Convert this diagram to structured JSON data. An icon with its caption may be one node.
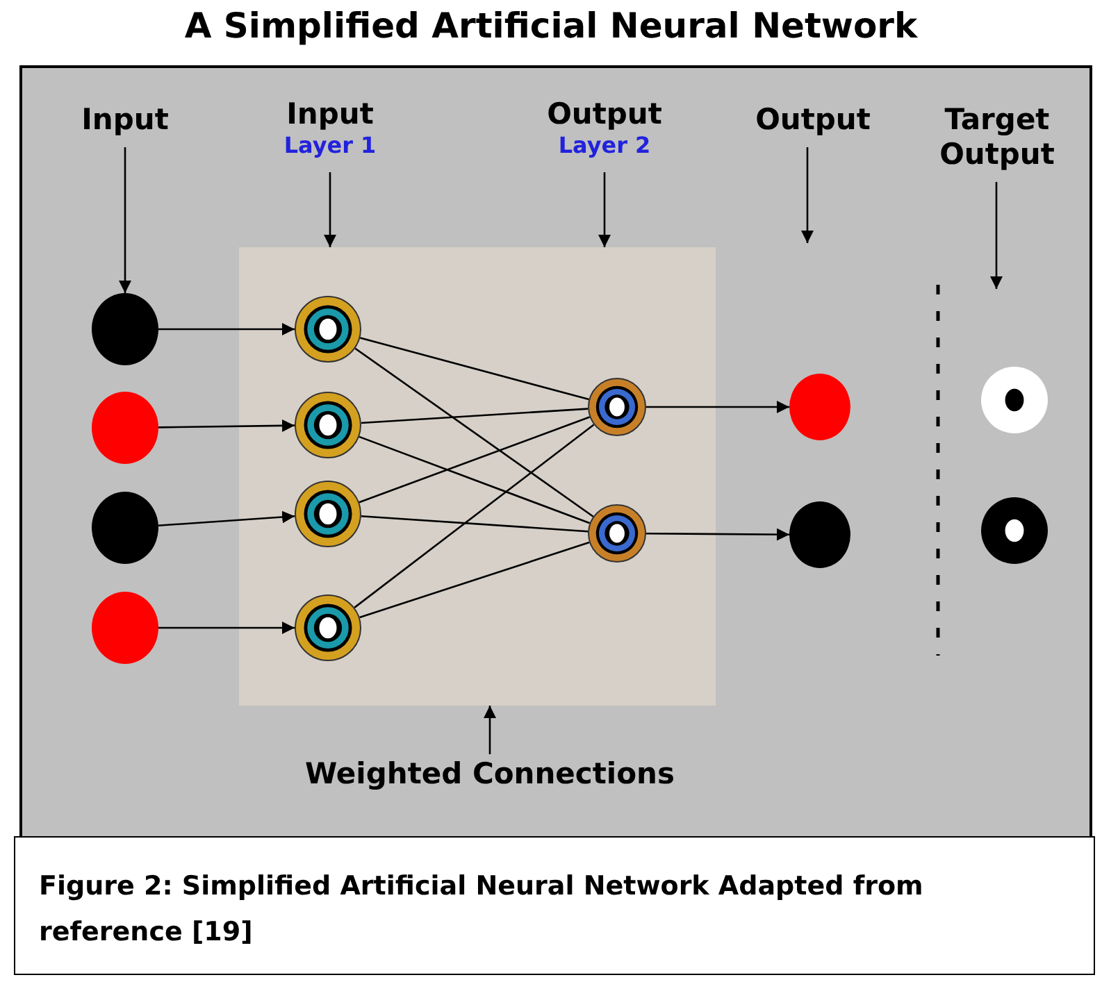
{
  "diagram": {
    "title": "A Simplified Artificial Neural Network",
    "caption": "Figure 2: Simplified Artificial Neural Network Adapted from reference [19]",
    "nodes": [
      {
        "text": [
          "Input"
        ]
      },
      {
        "text": [
          "Input",
          "Layer 1"
        ]
      },
      {
        "text": [
          "Output",
          "Layer 2"
        ]
      },
      {
        "text": [
          "Output"
        ]
      },
      {
        "text": [
          "Target Output"
        ]
      },
      {
        "text": [],
        "shape": "box"
      },
      {
        "text": [],
        "shape": "circle"
      },
      {
        "text": [],
        "shape": "circle"
      },
      {
        "text": [],
        "shape": "circle"
      },
      {
        "text": [],
        "shape": "circle"
      },
      {
        "text": [],
        "shape": "circle",
        "in": 5
      },
      {
        "text": [],
        "shape": "circle",
        "in": 5
      },
      {
        "text": [],
        "shape": "circle",
        "in": 5
      },
      {
        "text": [],
        "shape": "circle",
        "in": 5
      },
      {
        "text": [],
        "shape": "circle",
        "in": 5
      },
      {
        "text": [],
        "shape": "circle",
        "in": 5
      },
      {
        "text": [],
        "shape": "circle"
      },
      {
        "text": [],
        "shape": "circle"
      },
      {
        "text": [],
        "shape": "circle"
      },
      {
        "text": [],
        "shape": "circle"
      },
      {
        "text": [
          "Weighted Connections"
        ]
      }
    ],
    "edges": [
      {
        "from": 0,
        "to": 6,
        "arrow": "to"
      },
      {
        "from": 1,
        "to": 5,
        "arrow": "to"
      },
      {
        "from": 2,
        "to": 5,
        "arrow": "to"
      },
      {
        "from": 3,
        "to": null,
        "arrow": "to"
      },
      {
        "from": 4,
        "to": null,
        "arrow": "to"
      },
      {
        "from": 20,
        "to": 5,
        "arrow": "to"
      },
      {
        "from": 6,
        "to": 10,
        "arrow": "to"
      },
      {
        "from": 7,
        "to": 11,
        "arrow": "to"
      },
      {
        "from": 8,
        "to": 12,
        "arrow": "to"
      },
      {
        "from": 9,
        "to": 13,
        "arrow": "to"
      },
      {
        "from": 10,
        "to": 14,
        "arrow": "none"
      },
      {
        "from": 10,
        "to": 15,
        "arrow": "none"
      },
      {
        "from": 11,
        "to": 14,
        "arrow": "none"
      },
      {
        "from": 11,
        "to": 15,
        "arrow": "none"
      },
      {
        "from": 12,
        "to": 14,
        "arrow": "none"
      },
      {
        "from": 12,
        "to": 15,
        "arrow": "none"
      },
      {
        "from": 13,
        "to": 14,
        "arrow": "none"
      },
      {
        "from": 13,
        "to": 15,
        "arrow": "none"
      },
      {
        "from": 14,
        "to": 16,
        "arrow": "to"
      },
      {
        "from": 15,
        "to": 17,
        "arrow": "to"
      }
    ]
  }
}
